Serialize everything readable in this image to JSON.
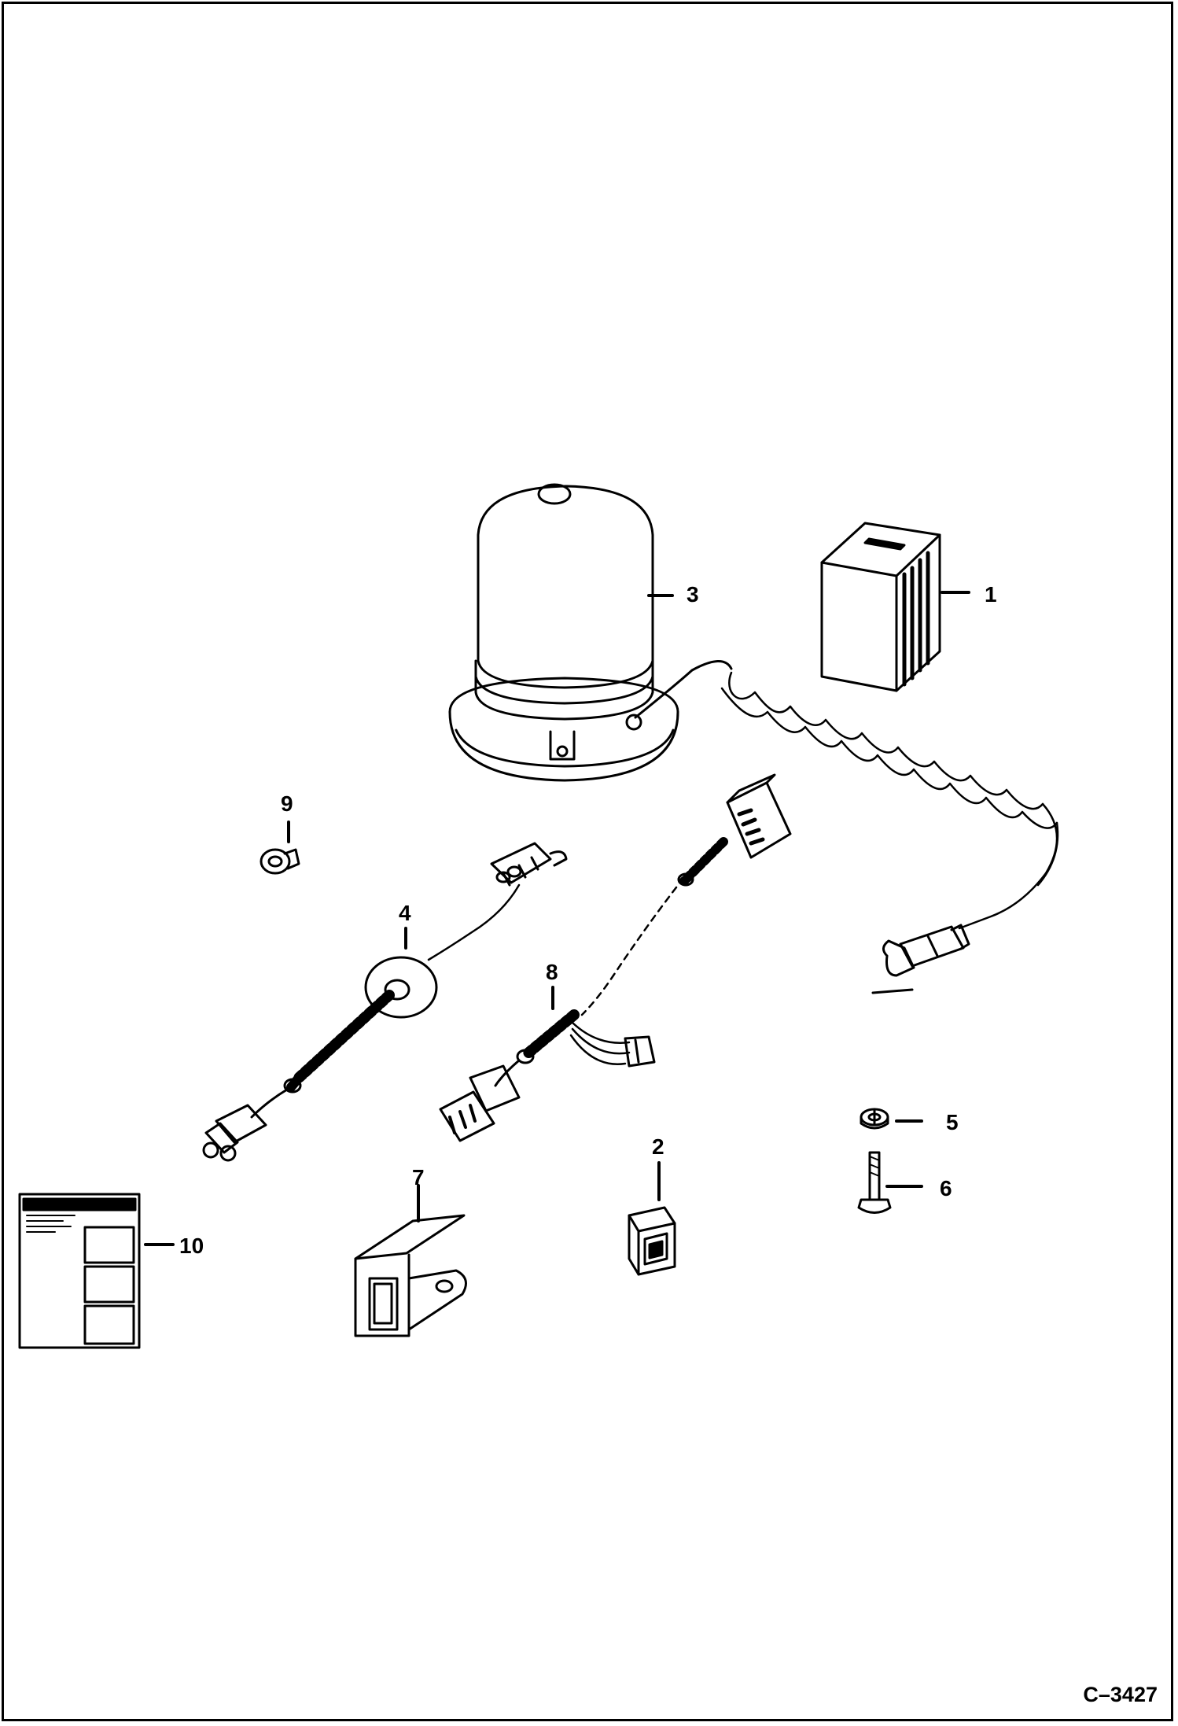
{
  "figure_code": "C–3427",
  "callouts": {
    "c1": "1",
    "c2": "2",
    "c3": "3",
    "c4": "4",
    "c5": "5",
    "c6": "6",
    "c7": "7",
    "c8": "8",
    "c9": "9",
    "c10": "10"
  }
}
